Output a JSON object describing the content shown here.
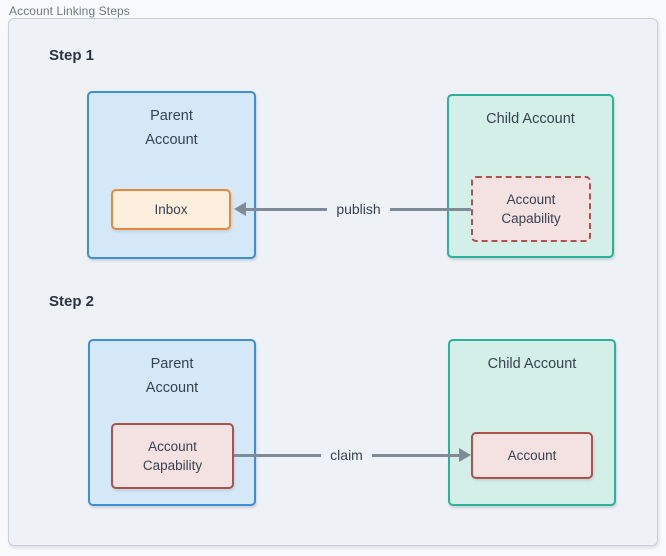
{
  "header": {
    "title": "Account Linking Steps"
  },
  "steps": [
    {
      "label": "Step 1",
      "parent": {
        "title": "Parent Account",
        "inner": "Inbox"
      },
      "child": {
        "title": "Child Account",
        "inner": "Account Capability"
      },
      "arrow": {
        "label": "publish",
        "direction": "left"
      }
    },
    {
      "label": "Step 2",
      "parent": {
        "title": "Parent Account",
        "inner": "Account Capability"
      },
      "child": {
        "title": "Child Account",
        "inner": "Account"
      },
      "arrow": {
        "label": "claim",
        "direction": "right"
      }
    }
  ],
  "colors": {
    "container_bg": "#eef2f6",
    "container_border": "#c7cfd7",
    "title_color": "#6e7884",
    "step_label_color": "#2a3442",
    "text_color": "#374351",
    "parent_fill": "#d5e8f8",
    "parent_border": "#3f8fd4",
    "child_fill": "#d3efe8",
    "child_border": "#2cb29b",
    "inbox_fill": "#fdeedd",
    "inbox_border": "#e8883b",
    "capability_fill": "#f4e1e1",
    "capability_border": "#ac524d",
    "arrow_color": "#7e8c98"
  }
}
